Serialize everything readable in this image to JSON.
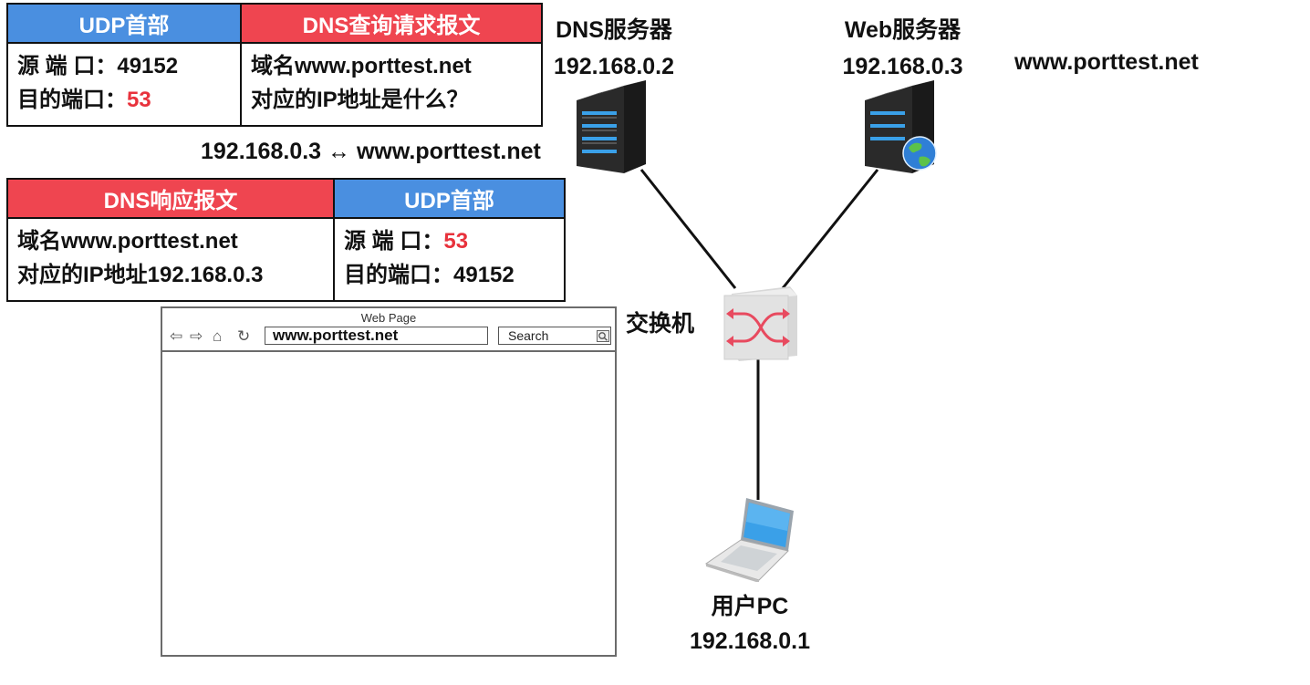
{
  "query_packet": {
    "udp_header_title": "UDP首部",
    "dns_title": "DNS查询请求报文",
    "src_port_label": "源 端 口：",
    "src_port_value": "49152",
    "dst_port_label": "目的端口：",
    "dst_port_value": "53",
    "line1": "域名www.porttest.net",
    "line2": "对应的IP地址是什么？"
  },
  "mapping_text": "192.168.0.3 ↔ www.porttest.net",
  "response_packet": {
    "dns_title": "DNS响应报文",
    "udp_header_title": "UDP首部",
    "line1": "域名www.porttest.net",
    "line2": "对应的IP地址192.168.0.3",
    "src_port_label": "源 端 口：",
    "src_port_value": "53",
    "dst_port_label": "目的端口：",
    "dst_port_value": "49152"
  },
  "browser": {
    "title": "Web Page",
    "address": "www.porttest.net",
    "search_placeholder": "Search"
  },
  "nodes": {
    "dns_server": {
      "name": "DNS服务器",
      "ip": "192.168.0.2"
    },
    "web_server": {
      "name": "Web服务器",
      "ip": "192.168.0.3",
      "domain": "www.porttest.net"
    },
    "switch": {
      "name": "交换机"
    },
    "pc": {
      "name": "用户PC",
      "ip": "192.168.0.1"
    }
  },
  "colors": {
    "blue_header": "#4a8fe0",
    "red_header": "#ef4550",
    "highlight": "#e8323c"
  }
}
